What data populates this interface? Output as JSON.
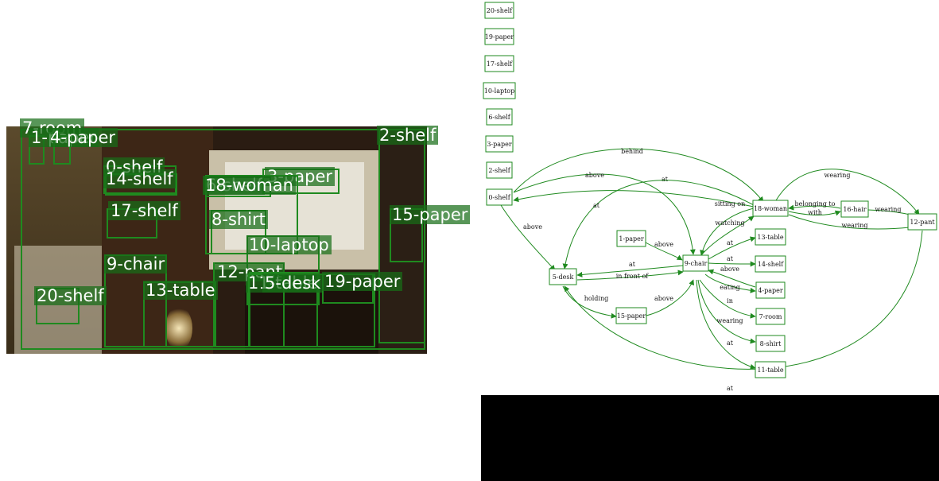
{
  "detections": [
    {
      "name": "7-room",
      "label": "7-room"
    },
    {
      "name": "1-paper",
      "label": "1-paper"
    },
    {
      "name": "4-paper",
      "label": "4-paper"
    },
    {
      "name": "2-shelf",
      "label": "2-shelf"
    },
    {
      "name": "0-shelf",
      "label": "0-shelf"
    },
    {
      "name": "14-shelf",
      "label": "14-shelf"
    },
    {
      "name": "6-shelf",
      "label": "6-shelf"
    },
    {
      "name": "3-paper",
      "label": "3-paper"
    },
    {
      "name": "18-woman",
      "label": "18-woman"
    },
    {
      "name": "17-shelf",
      "label": "17-shelf"
    },
    {
      "name": "15-paper",
      "label": "15-paper"
    },
    {
      "name": "8-shirt",
      "label": "8-shirt"
    },
    {
      "name": "10-laptop",
      "label": "10-laptop"
    },
    {
      "name": "9-chair",
      "label": "9-chair"
    },
    {
      "name": "12-pant",
      "label": "12-pant"
    },
    {
      "name": "11-table",
      "label": "11-table"
    },
    {
      "name": "5-desk",
      "label": "5-desk"
    },
    {
      "name": "19-paper",
      "label": "19-paper"
    },
    {
      "name": "20-shelf",
      "label": "20-shelf"
    },
    {
      "name": "13-table",
      "label": "13-table"
    }
  ],
  "graph": {
    "nodes": [
      {
        "id": "20-shelf",
        "label": "20-shelf"
      },
      {
        "id": "19-paper",
        "label": "19-paper"
      },
      {
        "id": "17-shelf",
        "label": "17-shelf"
      },
      {
        "id": "10-laptop",
        "label": "10-laptop"
      },
      {
        "id": "6-shelf",
        "label": "6-shelf"
      },
      {
        "id": "3-paper",
        "label": "3-paper"
      },
      {
        "id": "2-shelf",
        "label": "2-shelf"
      },
      {
        "id": "0-shelf",
        "label": "0-shelf"
      },
      {
        "id": "5-desk",
        "label": "5-desk"
      },
      {
        "id": "1-paper",
        "label": "1-paper"
      },
      {
        "id": "15-paper",
        "label": "15-paper"
      },
      {
        "id": "9-chair",
        "label": "9-chair"
      },
      {
        "id": "18-woman",
        "label": "18-woman"
      },
      {
        "id": "16-hair",
        "label": "16-hair"
      },
      {
        "id": "12-pant",
        "label": "12-pant"
      },
      {
        "id": "13-table",
        "label": "13-table"
      },
      {
        "id": "14-shelf",
        "label": "14-shelf"
      },
      {
        "id": "4-paper",
        "label": "4-paper"
      },
      {
        "id": "7-room",
        "label": "7-room"
      },
      {
        "id": "8-shirt",
        "label": "8-shirt"
      },
      {
        "id": "11-table",
        "label": "11-table"
      }
    ],
    "edges": [
      {
        "from": "0-shelf",
        "to": "18-woman",
        "label": "behind"
      },
      {
        "from": "0-shelf",
        "to": "9-chair",
        "label": "above"
      },
      {
        "from": "0-shelf",
        "to": "5-desk",
        "label": "above"
      },
      {
        "from": "18-woman",
        "to": "0-shelf",
        "label": "at"
      },
      {
        "from": "18-woman",
        "to": "5-desk",
        "label": "at"
      },
      {
        "from": "18-woman",
        "to": "12-pant",
        "label": "wearing"
      },
      {
        "from": "18-woman",
        "to": "9-chair",
        "label": "sitting on"
      },
      {
        "from": "16-hair",
        "to": "18-woman",
        "label": "belonging to"
      },
      {
        "from": "18-woman",
        "to": "16-hair",
        "label": "with"
      },
      {
        "from": "16-hair",
        "to": "12-pant",
        "label": "wearing"
      },
      {
        "from": "18-woman",
        "to": "12-pant",
        "label": "wearing"
      },
      {
        "from": "1-paper",
        "to": "9-chair",
        "label": "above"
      },
      {
        "from": "9-chair",
        "to": "18-woman",
        "label": "watching"
      },
      {
        "from": "9-chair",
        "to": "5-desk",
        "label": "at"
      },
      {
        "from": "5-desk",
        "to": "9-chair",
        "label": "in front of"
      },
      {
        "from": "5-desk",
        "to": "15-paper",
        "label": "holding"
      },
      {
        "from": "15-paper",
        "to": "9-chair",
        "label": "above"
      },
      {
        "from": "9-chair",
        "to": "13-table",
        "label": "at"
      },
      {
        "from": "9-chair",
        "to": "14-shelf",
        "label": "at"
      },
      {
        "from": "4-paper",
        "to": "9-chair",
        "label": "above"
      },
      {
        "from": "9-chair",
        "to": "4-paper",
        "label": "eating"
      },
      {
        "from": "9-chair",
        "to": "7-room",
        "label": "in"
      },
      {
        "from": "9-chair",
        "to": "8-shirt",
        "label": "wearing"
      },
      {
        "from": "9-chair",
        "to": "11-table",
        "label": "at"
      },
      {
        "from": "12-pant",
        "to": "5-desk",
        "label": "at"
      }
    ]
  }
}
